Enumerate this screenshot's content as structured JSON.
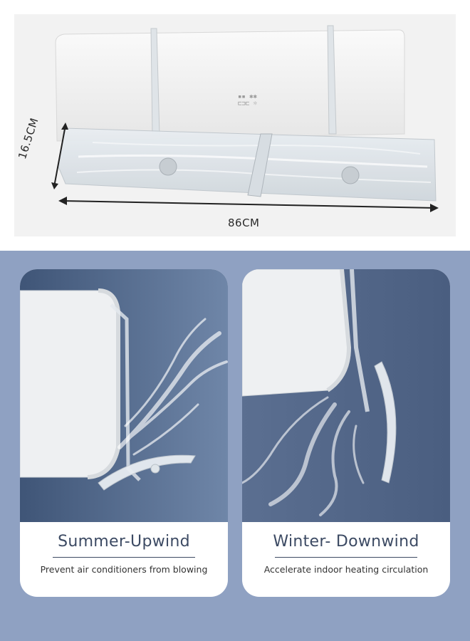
{
  "dimensions": {
    "height_label": "16.5CM",
    "width_label": "86CM"
  },
  "cards": [
    {
      "title": "Summer-Upwind",
      "subtitle": "Prevent air conditioners from blowing"
    },
    {
      "title": "Winter- Downwind",
      "subtitle": "Accelerate indoor heating circulation"
    }
  ],
  "colors": {
    "top_background": "#f2f2f2",
    "bottom_background": "#8fa1c2",
    "card_text": "#3c4a63"
  }
}
